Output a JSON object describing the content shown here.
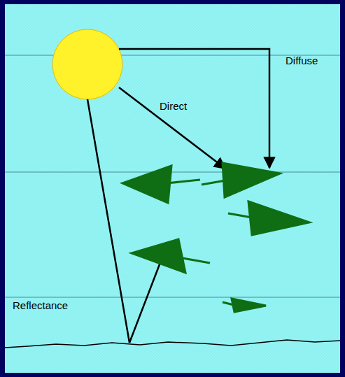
{
  "diagram": {
    "labels": [
      "Diffuse",
      "Direct",
      "Reflectance"
    ]
  }
}
